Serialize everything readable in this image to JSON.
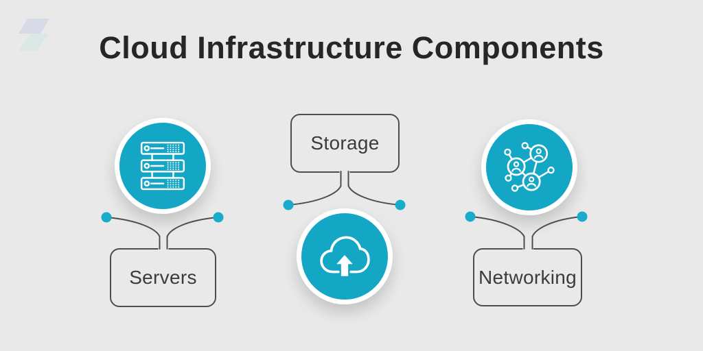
{
  "title": "Cloud Infrastructure Components",
  "colors": {
    "background": "#e9e9e9",
    "accent_teal": "#14a6c5",
    "connector_dot": "#18abca",
    "connector_line": "#4d4d4d",
    "box_border": "#4d4d4d",
    "label_text": "#3b3b3b",
    "title_text": "#262626",
    "icon_stroke": "#ffffff"
  },
  "logo": {
    "icon": "brand-s-logo"
  },
  "nodes": [
    {
      "id": "servers",
      "label": "Servers",
      "icon": "server-rack-icon",
      "shape_order": "circle-above-box"
    },
    {
      "id": "storage",
      "label": "Storage",
      "icon": "cloud-upload-icon",
      "shape_order": "box-above-circle"
    },
    {
      "id": "networking",
      "label": "Networking",
      "icon": "people-network-icon",
      "shape_order": "circle-above-box"
    }
  ]
}
